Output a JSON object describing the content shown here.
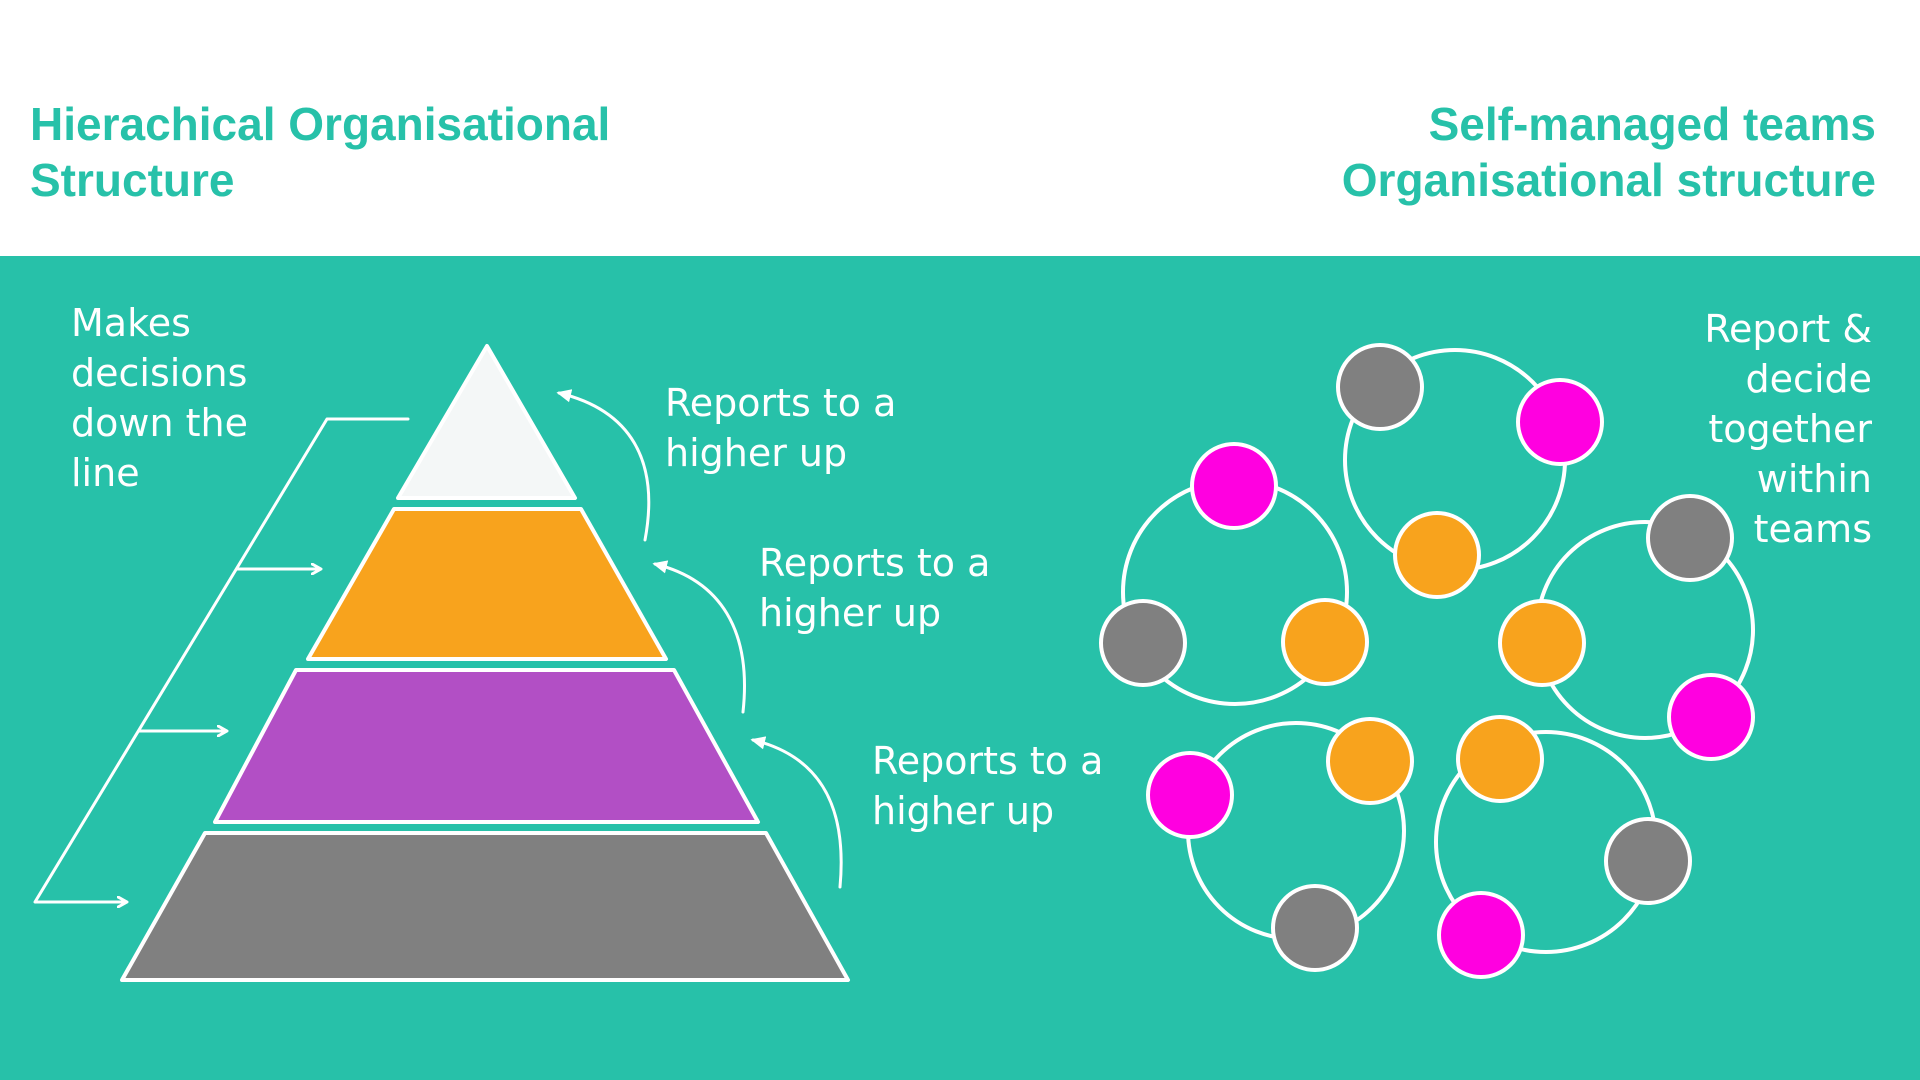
{
  "left_title": {
    "line1": "Hierachical Organisational",
    "line2": "Structure"
  },
  "right_title": {
    "line1": "Self-managed teams",
    "line2": "Organisational structure"
  },
  "hierarchy": {
    "decision_label": {
      "line1": "Makes",
      "line2": "decisions",
      "line3": "down the",
      "line4": "line"
    },
    "report_labels": [
      {
        "line1": "Reports to a",
        "line2": "higher up"
      },
      {
        "line1": "Reports to a",
        "line2": "higher up"
      },
      {
        "line1": "Reports to a",
        "line2": "higher up"
      }
    ],
    "tiers": [
      {
        "level": "top",
        "color": "#f4f7f7"
      },
      {
        "level": "second",
        "color": "#f8a31d"
      },
      {
        "level": "third",
        "color": "#b24fc5"
      },
      {
        "level": "base",
        "color": "#808080"
      }
    ]
  },
  "teams": {
    "label": {
      "line1": "Report &",
      "line2": "decide",
      "line3": "together",
      "line4": "within",
      "line5": "teams"
    },
    "team_count": 5,
    "members_per_team": 3,
    "member_colors": {
      "gray": "#808080",
      "pink": "#ff00e0",
      "orange": "#f8a31d"
    }
  },
  "colors": {
    "accent": "#27c1a9",
    "background": "#27c1a9",
    "header_background": "#ffffff",
    "line": "#ffffff"
  }
}
